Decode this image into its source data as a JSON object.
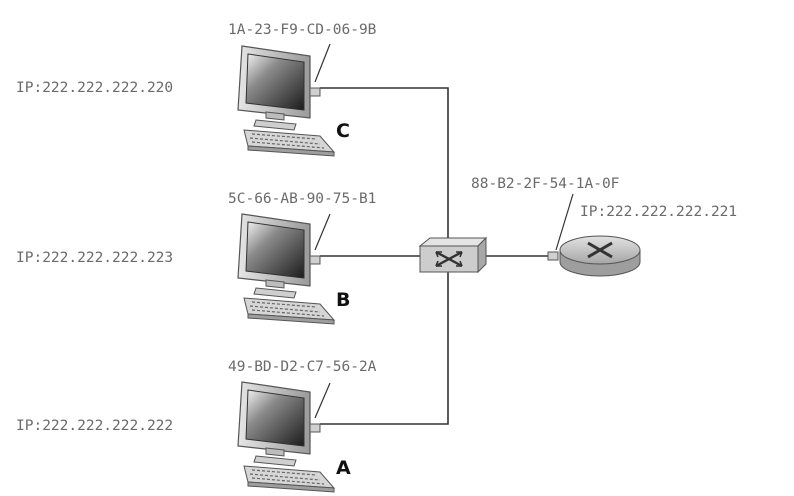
{
  "hosts": [
    {
      "name": "C",
      "ip": "IP:222.222.222.220",
      "mac": "1A-23-F9-CD-06-9B"
    },
    {
      "name": "B",
      "ip": "IP:222.222.222.223",
      "mac": "5C-66-AB-90-75-B1"
    },
    {
      "name": "A",
      "ip": "IP:222.222.222.222",
      "mac": "49-BD-D2-C7-56-2A"
    }
  ],
  "router": {
    "ip": "IP:222.222.222.221",
    "mac": "88-B2-2F-54-1A-0F"
  },
  "colors": {
    "text": "#6b6b6b",
    "label": "#111111",
    "cable": "#333333",
    "device": "#c9c9c9"
  }
}
